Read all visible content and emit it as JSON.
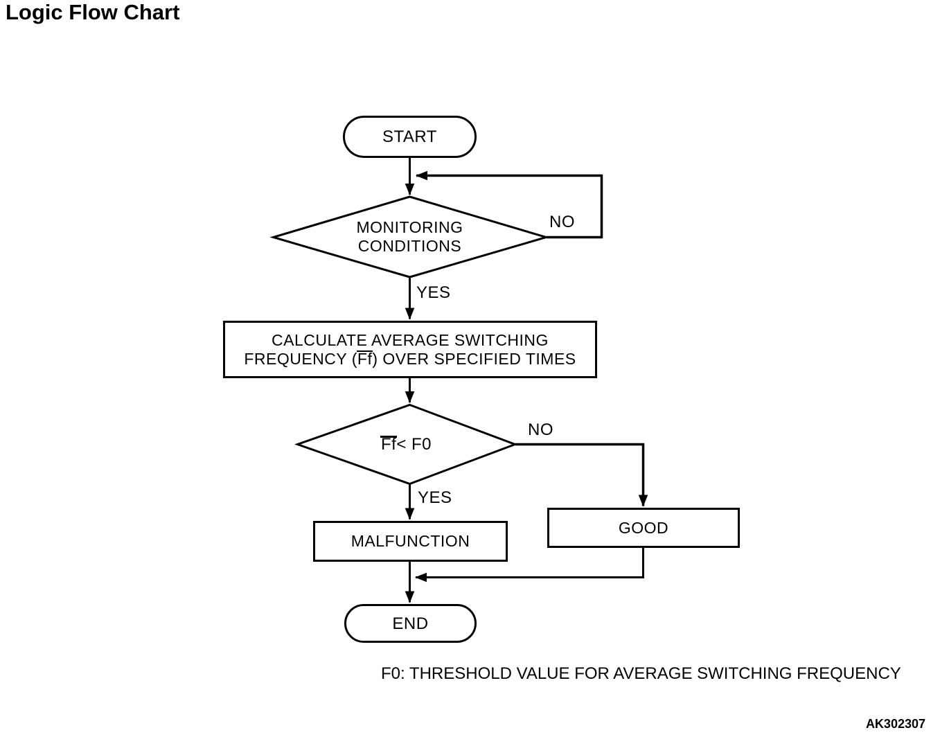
{
  "title": "Logic Flow Chart",
  "flowchart": {
    "nodes": {
      "start": {
        "label": "START"
      },
      "monitoring": {
        "line1": "MONITORING",
        "line2": "CONDITIONS"
      },
      "calculate": {
        "line1": "CALCULATE AVERAGE SWITCHING",
        "line2_prefix": "FREQUENCY (",
        "line2_overlined": "Ff",
        "line2_suffix": ") OVER SPECIFIED TIMES"
      },
      "ff_decision": {
        "overlined": "Ff",
        "suffix": " < F0"
      },
      "malfunction": {
        "label": "MALFUNCTION"
      },
      "good": {
        "label": "GOOD"
      },
      "end": {
        "label": "END"
      }
    },
    "edge_labels": {
      "monitoring_no": "NO",
      "monitoring_yes": "YES",
      "ff_no": "NO",
      "ff_yes": "YES"
    }
  },
  "footnote": "F0: THRESHOLD VALUE FOR AVERAGE SWITCHING FREQUENCY",
  "figure_code": "AK302307",
  "colors": {
    "line": "#000000",
    "background": "#ffffff"
  }
}
